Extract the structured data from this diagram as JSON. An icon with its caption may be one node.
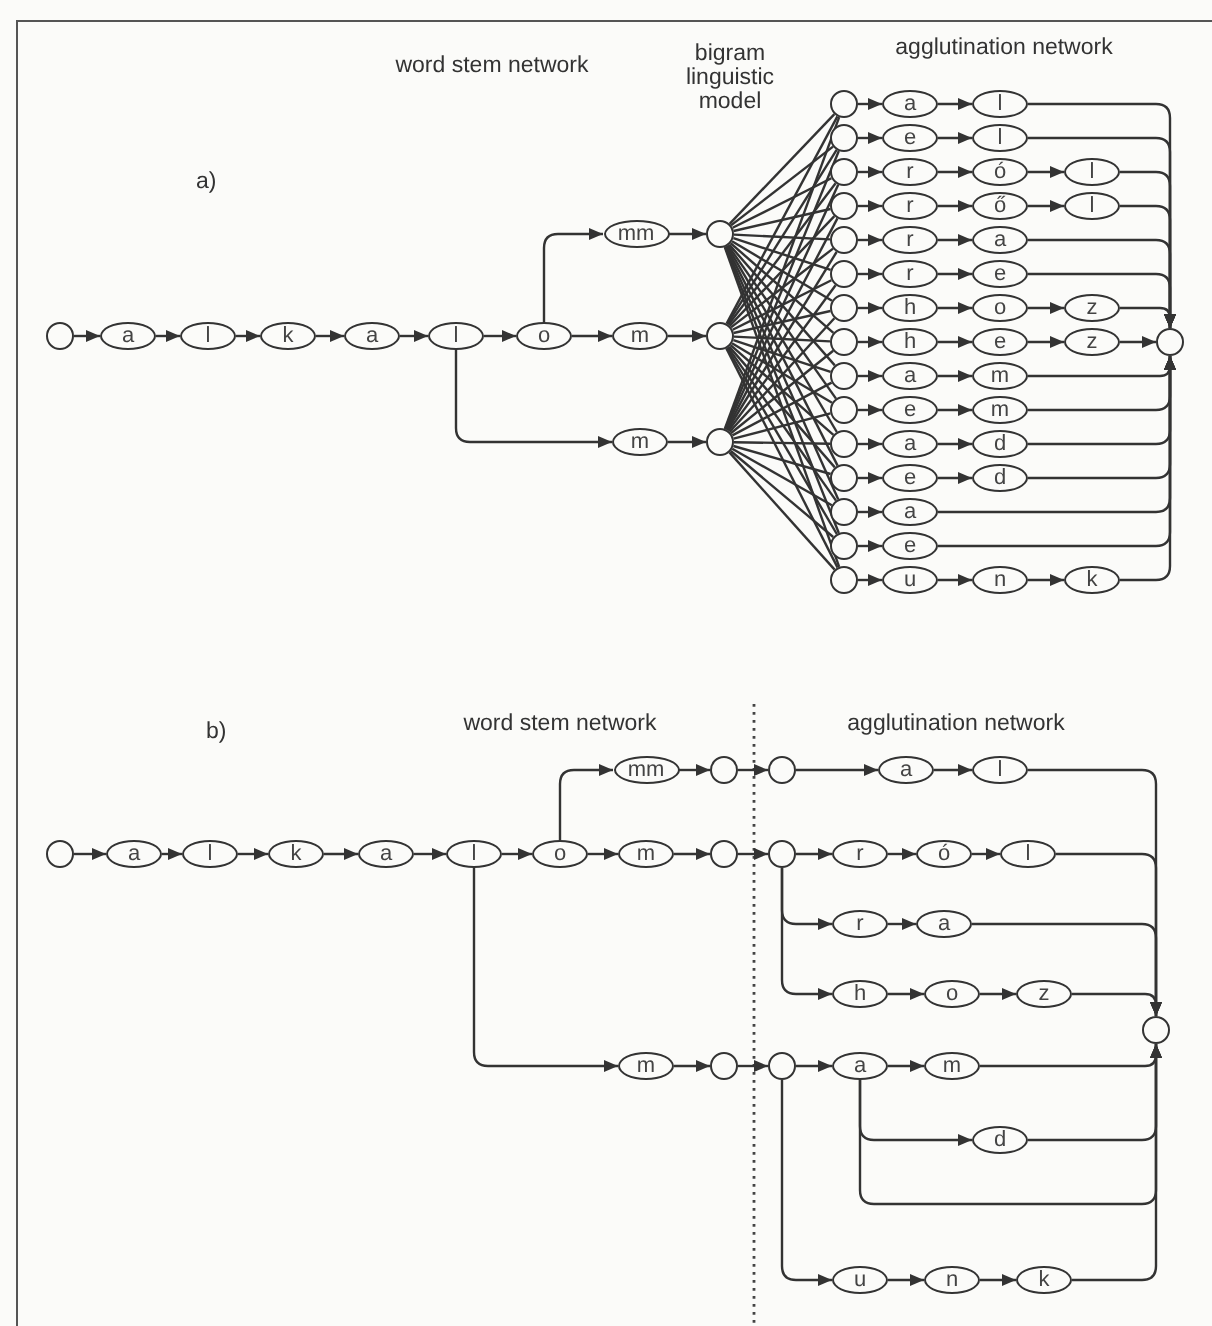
{
  "diagram": {
    "nodes": [
      {
        "text": [],
        "shape": "circle"
      },
      {
        "text": [
          "a"
        ]
      },
      {
        "text": [
          "l"
        ]
      },
      {
        "text": [
          "k"
        ]
      },
      {
        "text": [
          "a"
        ]
      },
      {
        "text": [
          "l"
        ]
      },
      {
        "text": [
          "o"
        ]
      },
      {
        "text": [
          "mm"
        ]
      },
      {
        "text": [
          "m"
        ]
      },
      {
        "text": [
          "m"
        ]
      },
      {
        "text": [],
        "shape": "circle"
      },
      {
        "text": [],
        "shape": "circle"
      },
      {
        "text": [],
        "shape": "circle"
      },
      {
        "text": [],
        "shape": "circle"
      },
      {
        "text": [
          "a"
        ]
      },
      {
        "text": [
          "l"
        ]
      },
      {
        "text": [],
        "shape": "circle"
      },
      {
        "text": [
          "e"
        ]
      },
      {
        "text": [
          "l"
        ]
      },
      {
        "text": [],
        "shape": "circle"
      },
      {
        "text": [
          "r"
        ]
      },
      {
        "text": [
          "ó"
        ]
      },
      {
        "text": [
          "l"
        ]
      },
      {
        "text": [],
        "shape": "circle"
      },
      {
        "text": [
          "r"
        ]
      },
      {
        "text": [
          "ő"
        ]
      },
      {
        "text": [
          "l"
        ]
      },
      {
        "text": [],
        "shape": "circle"
      },
      {
        "text": [
          "r"
        ]
      },
      {
        "text": [
          "a"
        ]
      },
      {
        "text": [],
        "shape": "circle"
      },
      {
        "text": [
          "r"
        ]
      },
      {
        "text": [
          "e"
        ]
      },
      {
        "text": [],
        "shape": "circle"
      },
      {
        "text": [
          "h"
        ]
      },
      {
        "text": [
          "o"
        ]
      },
      {
        "text": [
          "z"
        ]
      },
      {
        "text": [],
        "shape": "circle"
      },
      {
        "text": [
          "h"
        ]
      },
      {
        "text": [
          "e"
        ]
      },
      {
        "text": [
          "z"
        ]
      },
      {
        "text": [],
        "shape": "circle"
      },
      {
        "text": [
          "a"
        ]
      },
      {
        "text": [
          "m"
        ]
      },
      {
        "text": [],
        "shape": "circle"
      },
      {
        "text": [
          "e"
        ]
      },
      {
        "text": [
          "m"
        ]
      },
      {
        "text": [],
        "shape": "circle"
      },
      {
        "text": [
          "a"
        ]
      },
      {
        "text": [
          "d"
        ]
      },
      {
        "text": [],
        "shape": "circle"
      },
      {
        "text": [
          "e"
        ]
      },
      {
        "text": [
          "d"
        ]
      },
      {
        "text": [],
        "shape": "circle"
      },
      {
        "text": [
          "a"
        ]
      },
      {
        "text": [],
        "shape": "circle"
      },
      {
        "text": [
          "e"
        ]
      },
      {
        "text": [],
        "shape": "circle"
      },
      {
        "text": [
          "u"
        ]
      },
      {
        "text": [
          "n"
        ]
      },
      {
        "text": [
          "k"
        ]
      },
      {
        "text": [],
        "shape": "circle"
      },
      {
        "text": [],
        "shape": "circle"
      },
      {
        "text": [
          "a"
        ]
      },
      {
        "text": [
          "l"
        ]
      },
      {
        "text": [
          "k"
        ]
      },
      {
        "text": [
          "a"
        ]
      },
      {
        "text": [
          "l"
        ]
      },
      {
        "text": [
          "o"
        ]
      },
      {
        "text": [
          "mm"
        ]
      },
      {
        "text": [
          "m"
        ]
      },
      {
        "text": [
          "m"
        ]
      },
      {
        "text": [],
        "shape": "circle"
      },
      {
        "text": [],
        "shape": "circle"
      },
      {
        "text": [],
        "shape": "circle"
      },
      {
        "text": [],
        "shape": "circle"
      },
      {
        "text": [],
        "shape": "circle"
      },
      {
        "text": [],
        "shape": "circle"
      },
      {
        "text": [
          "a"
        ]
      },
      {
        "text": [
          "l"
        ]
      },
      {
        "text": [
          "r"
        ]
      },
      {
        "text": [
          "ó"
        ]
      },
      {
        "text": [
          "l"
        ]
      },
      {
        "text": [
          "r"
        ]
      },
      {
        "text": [
          "a"
        ]
      },
      {
        "text": [
          "h"
        ]
      },
      {
        "text": [
          "o"
        ]
      },
      {
        "text": [
          "z"
        ]
      },
      {
        "text": [],
        "shape": "circle"
      },
      {
        "text": [
          "a"
        ]
      },
      {
        "text": [
          "m"
        ]
      },
      {
        "text": [
          "d"
        ]
      },
      {
        "text": [
          "u"
        ]
      },
      {
        "text": [
          "n"
        ]
      },
      {
        "text": [
          "k"
        ]
      }
    ],
    "edges": [
      {
        "from": 0,
        "to": 1,
        "arrow": "to"
      },
      {
        "from": 1,
        "to": 2,
        "arrow": "to"
      },
      {
        "from": 2,
        "to": 3,
        "arrow": "to"
      },
      {
        "from": 3,
        "to": 4,
        "arrow": "to"
      },
      {
        "from": 4,
        "to": 5,
        "arrow": "to"
      },
      {
        "from": 5,
        "to": 6,
        "arrow": "to"
      },
      {
        "from": 6,
        "to": 7,
        "arrow": "to"
      },
      {
        "from": 6,
        "to": 8,
        "arrow": "to"
      },
      {
        "from": 5,
        "to": 9,
        "arrow": "to"
      },
      {
        "from": 7,
        "to": 10,
        "arrow": "to"
      },
      {
        "from": 8,
        "to": 11,
        "arrow": "to"
      },
      {
        "from": 9,
        "to": 12,
        "arrow": "to"
      },
      {
        "from": 10,
        "to": 13,
        "arrow": "none"
      },
      {
        "from": 10,
        "to": 16,
        "arrow": "none"
      },
      {
        "from": 10,
        "to": 19,
        "arrow": "none"
      },
      {
        "from": 10,
        "to": 23,
        "arrow": "none"
      },
      {
        "from": 10,
        "to": 27,
        "arrow": "none"
      },
      {
        "from": 10,
        "to": 30,
        "arrow": "none"
      },
      {
        "from": 10,
        "to": 33,
        "arrow": "none"
      },
      {
        "from": 10,
        "to": 37,
        "arrow": "none"
      },
      {
        "from": 10,
        "to": 41,
        "arrow": "none"
      },
      {
        "from": 10,
        "to": 44,
        "arrow": "none"
      },
      {
        "from": 10,
        "to": 47,
        "arrow": "none"
      },
      {
        "from": 10,
        "to": 50,
        "arrow": "none"
      },
      {
        "from": 10,
        "to": 53,
        "arrow": "none"
      },
      {
        "from": 10,
        "to": 55,
        "arrow": "none"
      },
      {
        "from": 10,
        "to": 57,
        "arrow": "none"
      },
      {
        "from": 11,
        "to": 13,
        "arrow": "none"
      },
      {
        "from": 11,
        "to": 16,
        "arrow": "none"
      },
      {
        "from": 11,
        "to": 19,
        "arrow": "none"
      },
      {
        "from": 11,
        "to": 23,
        "arrow": "none"
      },
      {
        "from": 11,
        "to": 27,
        "arrow": "none"
      },
      {
        "from": 11,
        "to": 30,
        "arrow": "none"
      },
      {
        "from": 11,
        "to": 33,
        "arrow": "none"
      },
      {
        "from": 11,
        "to": 37,
        "arrow": "none"
      },
      {
        "from": 11,
        "to": 41,
        "arrow": "none"
      },
      {
        "from": 11,
        "to": 44,
        "arrow": "none"
      },
      {
        "from": 11,
        "to": 47,
        "arrow": "none"
      },
      {
        "from": 11,
        "to": 50,
        "arrow": "none"
      },
      {
        "from": 11,
        "to": 53,
        "arrow": "none"
      },
      {
        "from": 11,
        "to": 55,
        "arrow": "none"
      },
      {
        "from": 11,
        "to": 57,
        "arrow": "none"
      },
      {
        "from": 12,
        "to": 13,
        "arrow": "none"
      },
      {
        "from": 12,
        "to": 16,
        "arrow": "none"
      },
      {
        "from": 12,
        "to": 19,
        "arrow": "none"
      },
      {
        "from": 12,
        "to": 23,
        "arrow": "none"
      },
      {
        "from": 12,
        "to": 27,
        "arrow": "none"
      },
      {
        "from": 12,
        "to": 30,
        "arrow": "none"
      },
      {
        "from": 12,
        "to": 33,
        "arrow": "none"
      },
      {
        "from": 12,
        "to": 37,
        "arrow": "none"
      },
      {
        "from": 12,
        "to": 41,
        "arrow": "none"
      },
      {
        "from": 12,
        "to": 44,
        "arrow": "none"
      },
      {
        "from": 12,
        "to": 47,
        "arrow": "none"
      },
      {
        "from": 12,
        "to": 50,
        "arrow": "none"
      },
      {
        "from": 12,
        "to": 53,
        "arrow": "none"
      },
      {
        "from": 12,
        "to": 55,
        "arrow": "none"
      },
      {
        "from": 12,
        "to": 57,
        "arrow": "none"
      },
      {
        "from": 13,
        "to": 14,
        "arrow": "to"
      },
      {
        "from": 14,
        "to": 15,
        "arrow": "to"
      },
      {
        "from": 15,
        "to": 61,
        "arrow": "to"
      },
      {
        "from": 16,
        "to": 17,
        "arrow": "to"
      },
      {
        "from": 17,
        "to": 18,
        "arrow": "to"
      },
      {
        "from": 18,
        "to": 61,
        "arrow": "to"
      },
      {
        "from": 19,
        "to": 20,
        "arrow": "to"
      },
      {
        "from": 20,
        "to": 21,
        "arrow": "to"
      },
      {
        "from": 21,
        "to": 22,
        "arrow": "to"
      },
      {
        "from": 22,
        "to": 61,
        "arrow": "to"
      },
      {
        "from": 23,
        "to": 24,
        "arrow": "to"
      },
      {
        "from": 24,
        "to": 25,
        "arrow": "to"
      },
      {
        "from": 25,
        "to": 26,
        "arrow": "to"
      },
      {
        "from": 26,
        "to": 61,
        "arrow": "to"
      },
      {
        "from": 27,
        "to": 28,
        "arrow": "to"
      },
      {
        "from": 28,
        "to": 29,
        "arrow": "to"
      },
      {
        "from": 29,
        "to": 61,
        "arrow": "to"
      },
      {
        "from": 30,
        "to": 31,
        "arrow": "to"
      },
      {
        "from": 31,
        "to": 32,
        "arrow": "to"
      },
      {
        "from": 32,
        "to": 61,
        "arrow": "to"
      },
      {
        "from": 33,
        "to": 34,
        "arrow": "to"
      },
      {
        "from": 34,
        "to": 35,
        "arrow": "to"
      },
      {
        "from": 35,
        "to": 36,
        "arrow": "to"
      },
      {
        "from": 36,
        "to": 61,
        "arrow": "to"
      },
      {
        "from": 37,
        "to": 38,
        "arrow": "to"
      },
      {
        "from": 38,
        "to": 39,
        "arrow": "to"
      },
      {
        "from": 39,
        "to": 40,
        "arrow": "to"
      },
      {
        "from": 40,
        "to": 61,
        "arrow": "to"
      },
      {
        "from": 41,
        "to": 42,
        "arrow": "to"
      },
      {
        "from": 42,
        "to": 43,
        "arrow": "to"
      },
      {
        "from": 43,
        "to": 61,
        "arrow": "to"
      },
      {
        "from": 44,
        "to": 45,
        "arrow": "to"
      },
      {
        "from": 45,
        "to": 46,
        "arrow": "to"
      },
      {
        "from": 46,
        "to": 61,
        "arrow": "to"
      },
      {
        "from": 47,
        "to": 48,
        "arrow": "to"
      },
      {
        "from": 48,
        "to": 49,
        "arrow": "to"
      },
      {
        "from": 49,
        "to": 61,
        "arrow": "to"
      },
      {
        "from": 50,
        "to": 51,
        "arrow": "to"
      },
      {
        "from": 51,
        "to": 52,
        "arrow": "to"
      },
      {
        "from": 52,
        "to": 61,
        "arrow": "to"
      },
      {
        "from": 53,
        "to": 54,
        "arrow": "to"
      },
      {
        "from": 54,
        "to": 61,
        "arrow": "to"
      },
      {
        "from": 55,
        "to": 56,
        "arrow": "to"
      },
      {
        "from": 56,
        "to": 61,
        "arrow": "to"
      },
      {
        "from": 57,
        "to": 58,
        "arrow": "to"
      },
      {
        "from": 58,
        "to": 59,
        "arrow": "to"
      },
      {
        "from": 59,
        "to": 60,
        "arrow": "to"
      },
      {
        "from": 60,
        "to": 61,
        "arrow": "to"
      },
      {
        "from": 62,
        "to": 63,
        "arrow": "to"
      },
      {
        "from": 63,
        "to": 64,
        "arrow": "to"
      },
      {
        "from": 64,
        "to": 65,
        "arrow": "to"
      },
      {
        "from": 65,
        "to": 66,
        "arrow": "to"
      },
      {
        "from": 66,
        "to": 67,
        "arrow": "to"
      },
      {
        "from": 67,
        "to": 68,
        "arrow": "to"
      },
      {
        "from": 68,
        "to": 69,
        "arrow": "to"
      },
      {
        "from": 68,
        "to": 70,
        "arrow": "to"
      },
      {
        "from": 67,
        "to": 71,
        "arrow": "to"
      },
      {
        "from": 69,
        "to": 72,
        "arrow": "to"
      },
      {
        "from": 70,
        "to": 73,
        "arrow": "to"
      },
      {
        "from": 71,
        "to": 74,
        "arrow": "to"
      },
      {
        "from": 72,
        "to": 75,
        "arrow": "to"
      },
      {
        "from": 73,
        "to": 76,
        "arrow": "to"
      },
      {
        "from": 74,
        "to": 77,
        "arrow": "to"
      },
      {
        "from": 75,
        "to": 78,
        "arrow": "to"
      },
      {
        "from": 78,
        "to": 79,
        "arrow": "to"
      },
      {
        "from": 79,
        "to": 88,
        "arrow": "to"
      },
      {
        "from": 76,
        "to": 80,
        "arrow": "to"
      },
      {
        "from": 80,
        "to": 81,
        "arrow": "to"
      },
      {
        "from": 81,
        "to": 82,
        "arrow": "to"
      },
      {
        "from": 82,
        "to": 88,
        "arrow": "to"
      },
      {
        "from": 76,
        "to": 83,
        "arrow": "to"
      },
      {
        "from": 83,
        "to": 84,
        "arrow": "to"
      },
      {
        "from": 84,
        "to": 88,
        "arrow": "to"
      },
      {
        "from": 76,
        "to": 85,
        "arrow": "to"
      },
      {
        "from": 85,
        "to": 86,
        "arrow": "to"
      },
      {
        "from": 86,
        "to": 87,
        "arrow": "to"
      },
      {
        "from": 87,
        "to": 88,
        "arrow": "to"
      },
      {
        "from": 77,
        "to": 89,
        "arrow": "to"
      },
      {
        "from": 89,
        "to": 90,
        "arrow": "to"
      },
      {
        "from": 90,
        "to": 88,
        "arrow": "to"
      },
      {
        "from": 89,
        "to": 91,
        "arrow": "to"
      },
      {
        "from": 91,
        "to": 88,
        "arrow": "to"
      },
      {
        "from": 89,
        "to": 88,
        "arrow": "to"
      },
      {
        "from": 77,
        "to": 92,
        "arrow": "to"
      },
      {
        "from": 92,
        "to": 93,
        "arrow": "to"
      },
      {
        "from": 93,
        "to": 94,
        "arrow": "to"
      },
      {
        "from": 94,
        "to": 88,
        "arrow": "to"
      }
    ],
    "labels": [
      "word stem network",
      "bigram linguistic model",
      "agglutination network",
      "a)",
      "b)",
      "word stem network",
      "agglutination network"
    ]
  }
}
